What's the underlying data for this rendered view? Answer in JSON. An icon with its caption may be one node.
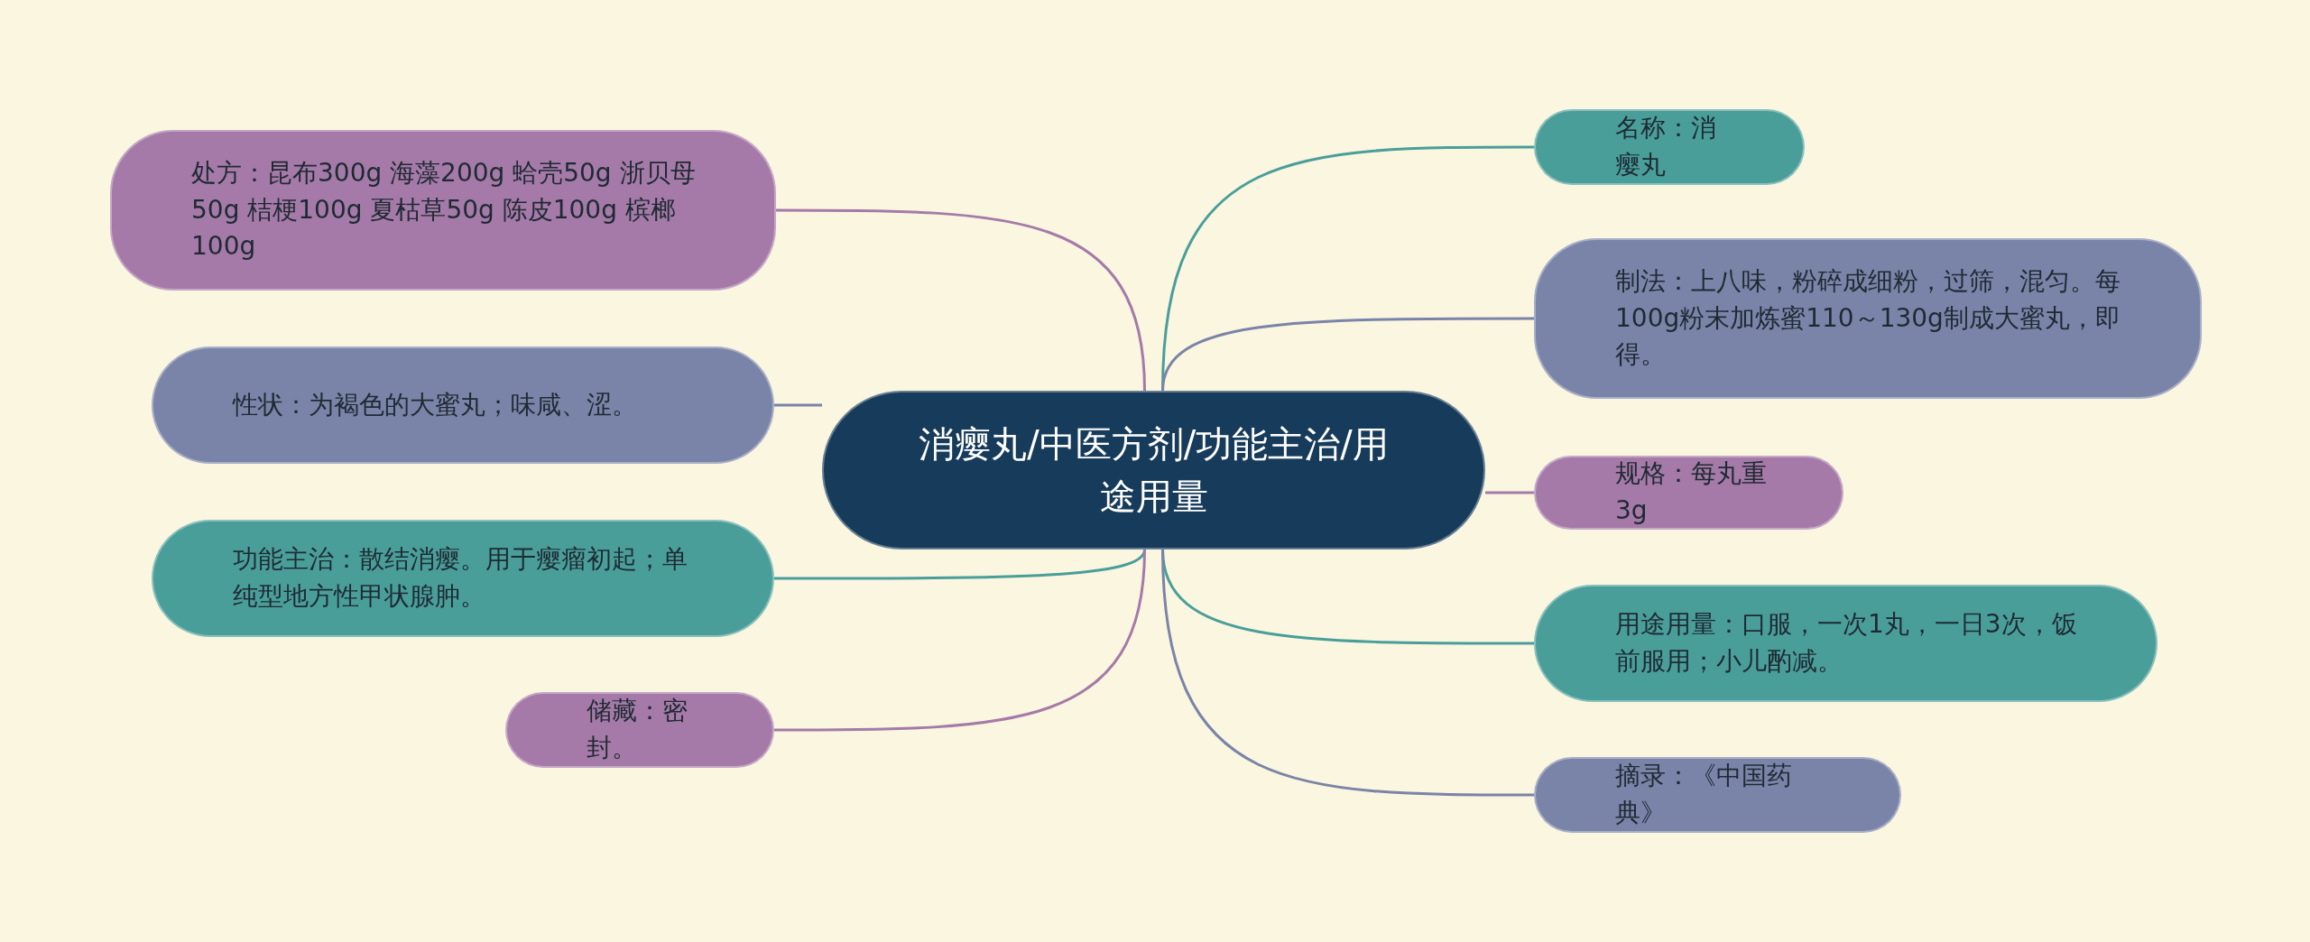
{
  "diagram": {
    "nodes": [
      {
        "text": [
          "消瘿丸/中医方剂/功能主治/用途用量"
        ]
      },
      {
        "text": [
          "处方：昆布300g 海藻200g 蛤壳50g 浙贝母50g 桔梗100g 夏枯草50g 陈皮100g 槟榔100g"
        ]
      },
      {
        "text": [
          "性状：为褐色的大蜜丸；味咸、涩。"
        ]
      },
      {
        "text": [
          "功能主治：散结消瘿。用于瘿瘤初起；单纯型地方性甲状腺肿。"
        ]
      },
      {
        "text": [
          "储藏：密封。"
        ]
      },
      {
        "text": [
          "名称：消瘿丸"
        ]
      },
      {
        "text": [
          "制法：上八味，粉碎成细粉，过筛，混匀。每100g粉末加炼蜜110～130g制成大蜜丸，即得。"
        ]
      },
      {
        "text": [
          "规格：每丸重3g"
        ]
      },
      {
        "text": [
          "用途用量：口服，一次1丸，一日3次，饭前服用；小儿酌减。"
        ]
      },
      {
        "text": [
          "摘录：《中国药典》"
        ]
      }
    ],
    "edges": [
      {
        "from": 0,
        "to": 1,
        "arrow": "none",
        "color": "#a57aa8"
      },
      {
        "from": 0,
        "to": 2,
        "arrow": "none",
        "color": "#7a84a8"
      },
      {
        "from": 0,
        "to": 3,
        "arrow": "none",
        "color": "#4a9e9a"
      },
      {
        "from": 0,
        "to": 4,
        "arrow": "none",
        "color": "#a57aa8"
      },
      {
        "from": 0,
        "to": 5,
        "arrow": "none",
        "color": "#4a9e9a"
      },
      {
        "from": 0,
        "to": 6,
        "arrow": "none",
        "color": "#7a84a8"
      },
      {
        "from": 0,
        "to": 7,
        "arrow": "none",
        "color": "#a57aa8"
      },
      {
        "from": 0,
        "to": 8,
        "arrow": "none",
        "color": "#4a9e9a"
      },
      {
        "from": 0,
        "to": 9,
        "arrow": "none",
        "color": "#7a84a8"
      }
    ]
  }
}
